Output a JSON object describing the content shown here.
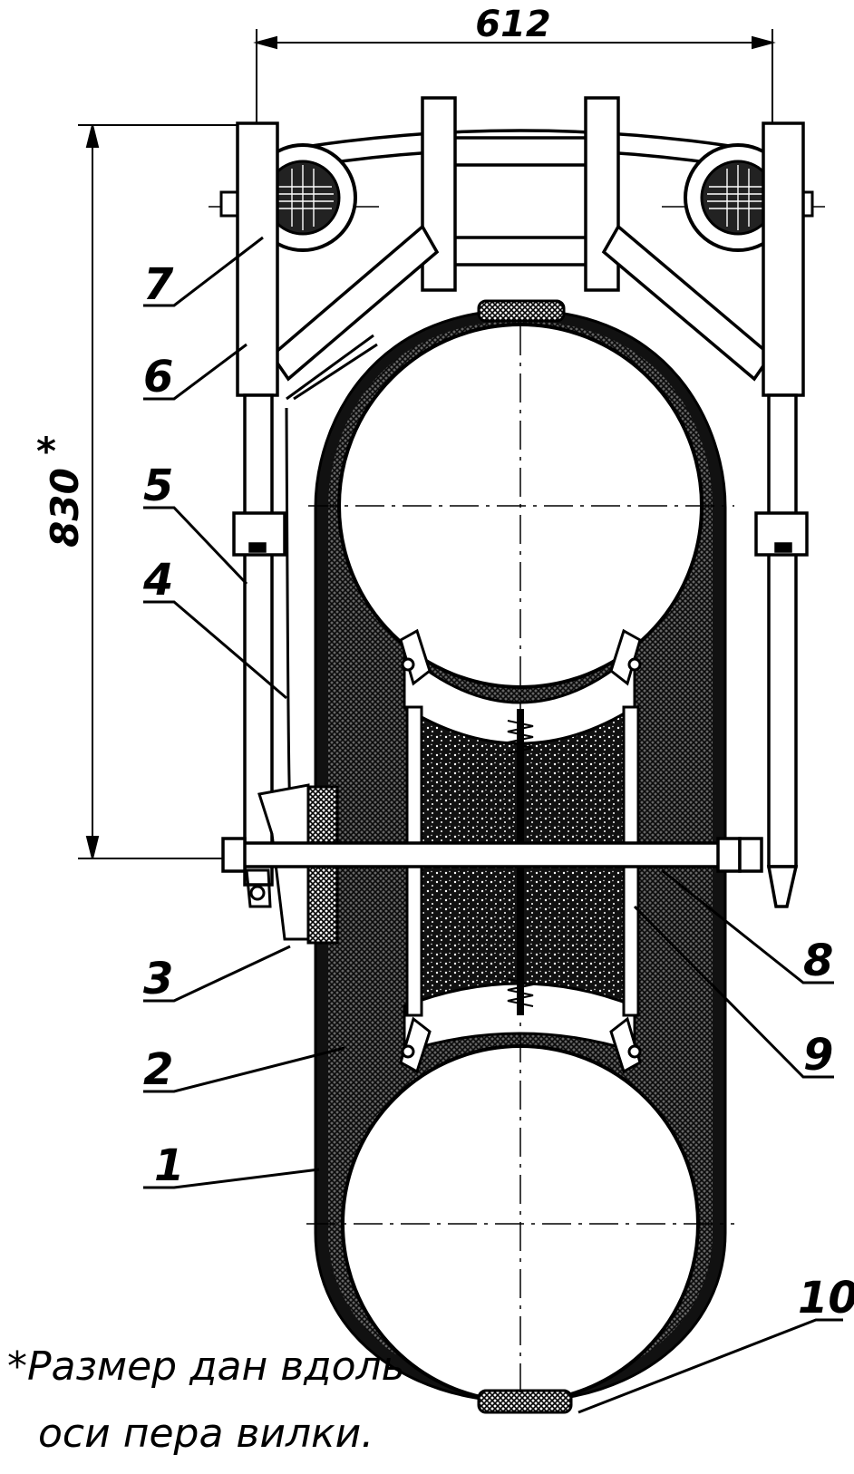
{
  "dimensions": {
    "width_value": "612",
    "height_value": "830",
    "height_mark": "*"
  },
  "callouts": [
    {
      "id": "1",
      "text": "1"
    },
    {
      "id": "2",
      "text": "2"
    },
    {
      "id": "3",
      "text": "3"
    },
    {
      "id": "4",
      "text": "4"
    },
    {
      "id": "5",
      "text": "5"
    },
    {
      "id": "6",
      "text": "6"
    },
    {
      "id": "7",
      "text": "7"
    },
    {
      "id": "8",
      "text": "8"
    },
    {
      "id": "9",
      "text": "9"
    },
    {
      "id": "10",
      "text": "10"
    }
  ],
  "footnote": {
    "line1": "*Размер дан вдоль",
    "line2": "оси пера вилки."
  },
  "colors": {
    "ink": "#000000",
    "paper": "#ffffff"
  }
}
